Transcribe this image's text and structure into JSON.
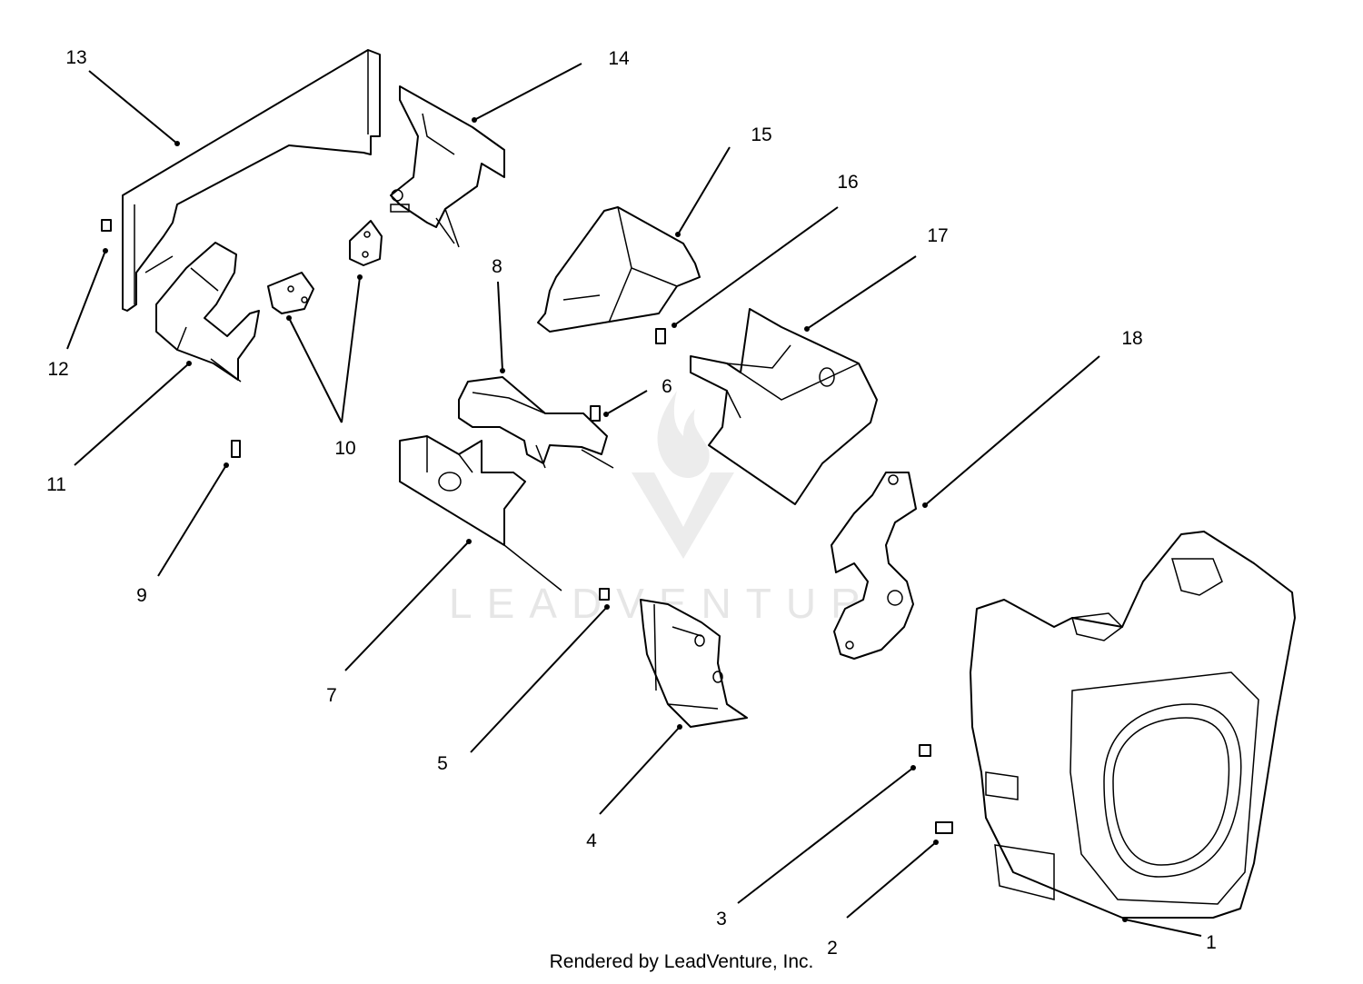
{
  "diagram": {
    "callouts": [
      "1",
      "2",
      "3",
      "4",
      "5",
      "6",
      "7",
      "8",
      "9",
      "10",
      "11",
      "12",
      "13",
      "14",
      "15",
      "16",
      "17",
      "18"
    ]
  },
  "watermark": {
    "text": "LEADVENTURE"
  },
  "footer": {
    "text": "Rendered by LeadVenture, Inc."
  }
}
